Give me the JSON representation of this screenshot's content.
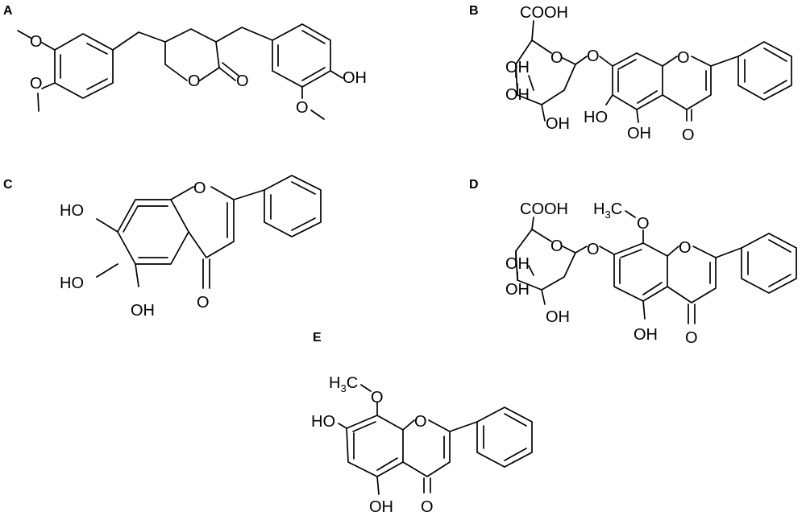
{
  "panels": {
    "A": {
      "label": "A",
      "atoms": {
        "o_methoxy_1": "O",
        "o_methoxy_2": "O",
        "o_ring": "O",
        "o_carbonyl": "O",
        "oh": "OH",
        "o_methoxy_3": "O"
      }
    },
    "B": {
      "label": "B",
      "atoms": {
        "cooh": "COOH",
        "o_sugar_ring": "O",
        "oh_sugar_1": "OH",
        "oh_sugar_2": "OH",
        "oh_sugar_3": "OH",
        "o_glycosidic": "O",
        "o_pyran": "O",
        "ho_6": "HO",
        "oh_5": "OH",
        "o_keto": "O"
      }
    },
    "C": {
      "label": "C",
      "atoms": {
        "ho_7": "HO",
        "ho_6": "HO",
        "oh_5": "OH",
        "o_pyran": "O",
        "o_keto": "O"
      }
    },
    "D": {
      "label": "D",
      "atoms": {
        "cooh": "COOH",
        "o_sugar_ring": "O",
        "oh_sugar_1": "OH",
        "oh_sugar_2": "OH",
        "oh_sugar_3": "OH",
        "o_glycosidic": "O",
        "h3c": "H",
        "h3c_sub": "3",
        "h3c_c": "C",
        "o_methoxy": "O",
        "o_pyran": "O",
        "oh_5": "OH",
        "o_keto": "O"
      }
    },
    "E": {
      "label": "E",
      "atoms": {
        "h3c": "H",
        "h3c_sub": "3",
        "h3c_c": "C",
        "o_methoxy": "O",
        "ho_7": "HO",
        "o_pyran": "O",
        "oh_5": "OH",
        "o_keto": "O"
      }
    }
  }
}
